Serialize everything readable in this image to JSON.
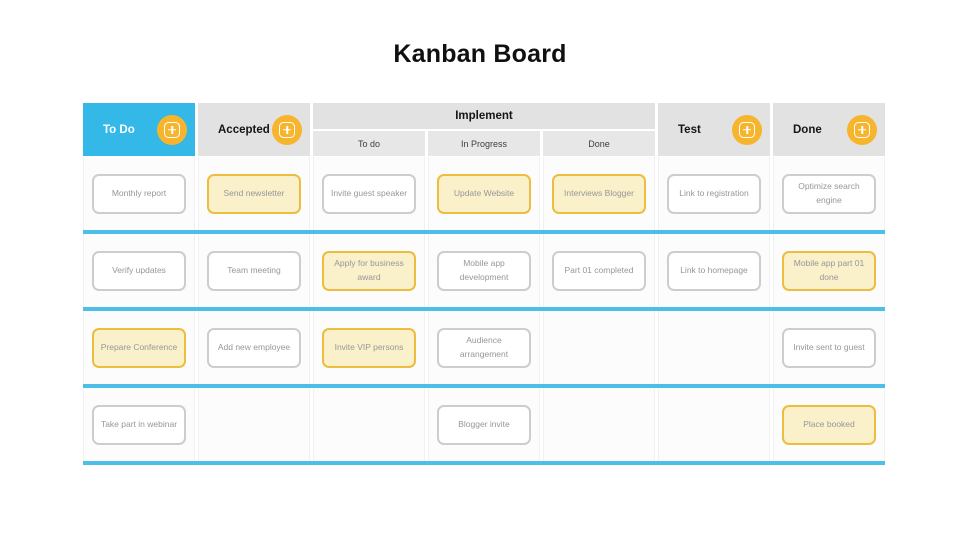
{
  "title": "Kanban Board",
  "colors": {
    "todo_header_blue": "#33B8E8",
    "row_divider_blue": "#4BBFE7",
    "add_button_yellow": "#F7B52D",
    "card_highlight_border": "#ECBD3F",
    "card_highlight_bg": "#FAF0C9",
    "header_gray": "#E2E2E2",
    "subheader_gray": "#E7E7E7",
    "card_border_gray": "#CDCDCD"
  },
  "icons": {
    "add": "plus-in-rounded-square-icon"
  },
  "board": {
    "columns": [
      {
        "label": "To Do",
        "has_add_button": true,
        "highlighted": true
      },
      {
        "label": "Accepted",
        "has_add_button": true
      },
      {
        "label": "Implement",
        "has_add_button": false,
        "subcolumns": [
          "To do",
          "In Progress",
          "Done"
        ]
      },
      {
        "label": "Test",
        "has_add_button": true
      },
      {
        "label": "Done",
        "has_add_button": true
      }
    ],
    "rows": [
      {
        "cells": [
          {
            "text": "Monthly report",
            "highlight": false
          },
          {
            "text": "Send newsletter",
            "highlight": true
          },
          {
            "text": "Invite guest speaker",
            "highlight": false
          },
          {
            "text": "Update Website",
            "highlight": true
          },
          {
            "text": "Interviews Blogger",
            "highlight": true
          },
          {
            "text": "Link to registration",
            "highlight": false
          },
          {
            "text": "Optimize search engine",
            "highlight": false
          }
        ]
      },
      {
        "cells": [
          {
            "text": "Verify updates",
            "highlight": false
          },
          {
            "text": "Team meeting",
            "highlight": false
          },
          {
            "text": "Apply for business award",
            "highlight": true
          },
          {
            "text": "Mobile app development",
            "highlight": false
          },
          {
            "text": "Part 01 completed",
            "highlight": false
          },
          {
            "text": "Link to homepage",
            "highlight": false
          },
          {
            "text": "Mobile app part 01 done",
            "highlight": true
          }
        ]
      },
      {
        "cells": [
          {
            "text": "Prepare Conference",
            "highlight": true
          },
          {
            "text": "Add new employee",
            "highlight": false
          },
          {
            "text": "Invite VIP persons",
            "highlight": true
          },
          {
            "text": "Audience arrangement",
            "highlight": false
          },
          null,
          null,
          {
            "text": "Invite sent to guest",
            "highlight": false
          }
        ]
      },
      {
        "cells": [
          {
            "text": "Take part in webinar",
            "highlight": false
          },
          null,
          null,
          {
            "text": "Blogger invite",
            "highlight": false
          },
          null,
          null,
          {
            "text": "Place booked",
            "highlight": true
          }
        ]
      }
    ]
  }
}
